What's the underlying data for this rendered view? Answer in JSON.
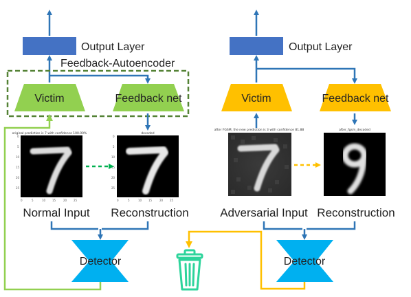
{
  "left": {
    "output_layer": "Output Layer",
    "wrapper_label": "Feedback-Autoencoder",
    "victim": "Victim",
    "feedback": "Feedback net",
    "input_title": "original prediction is 7 with confidence 100.00%",
    "recon_title": "decoded",
    "input_label": "Normal Input",
    "recon_label": "Reconstruction",
    "detector": "Detector"
  },
  "right": {
    "output_layer": "Output Layer",
    "victim": "Victim",
    "feedback": "Feedback net",
    "input_title": "after FGSM, the new prediction is 3 with confidence 81.88",
    "recon_title": "after_fgsm_decoded",
    "input_label": "Adversarial Input",
    "recon_label": "Reconstruction",
    "detector": "Detector"
  },
  "axis_ticks": {
    "y": [
      "0",
      "5",
      "10",
      "15",
      "20",
      "25"
    ],
    "x": [
      "0",
      "5",
      "10",
      "15",
      "20",
      "25"
    ]
  },
  "colors": {
    "arrow_blue": "#2e75b6",
    "layer_blue": "#4472c4",
    "victim_green": "#92d050",
    "victim_orange": "#ffc000",
    "detector_cyan": "#00b0f0",
    "dashed_green": "#548235",
    "normal_path": "#92d050",
    "adversarial_path": "#ffc000",
    "trash_green": "#2dd49b"
  },
  "icons": [
    "trash-icon"
  ]
}
